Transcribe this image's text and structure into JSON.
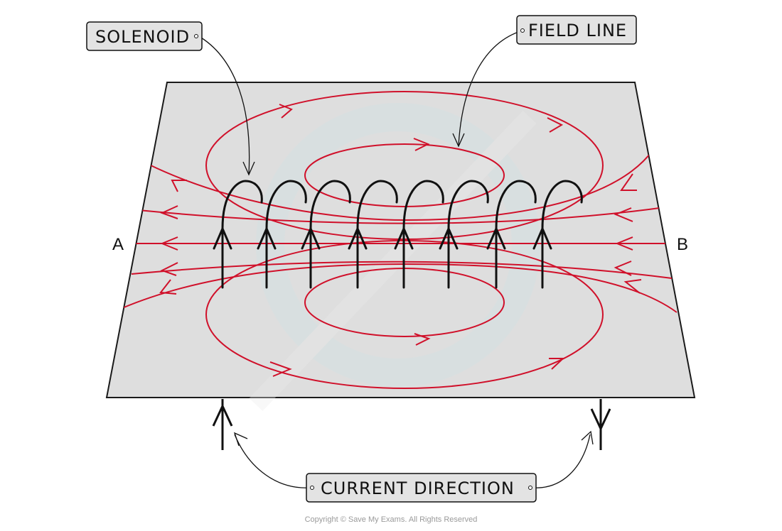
{
  "labels": {
    "solenoid": "SOLENOID",
    "field_line": "FIELD LINE",
    "current_direction": "CURRENT DIRECTION",
    "point_a": "A",
    "point_b": "B"
  },
  "copyright": "Copyright © Save My Exams. All Rights Reserved",
  "colors": {
    "field": "#d0102a",
    "wire": "#111111",
    "plane": "#dedede",
    "tag": "#e3e3e3"
  }
}
